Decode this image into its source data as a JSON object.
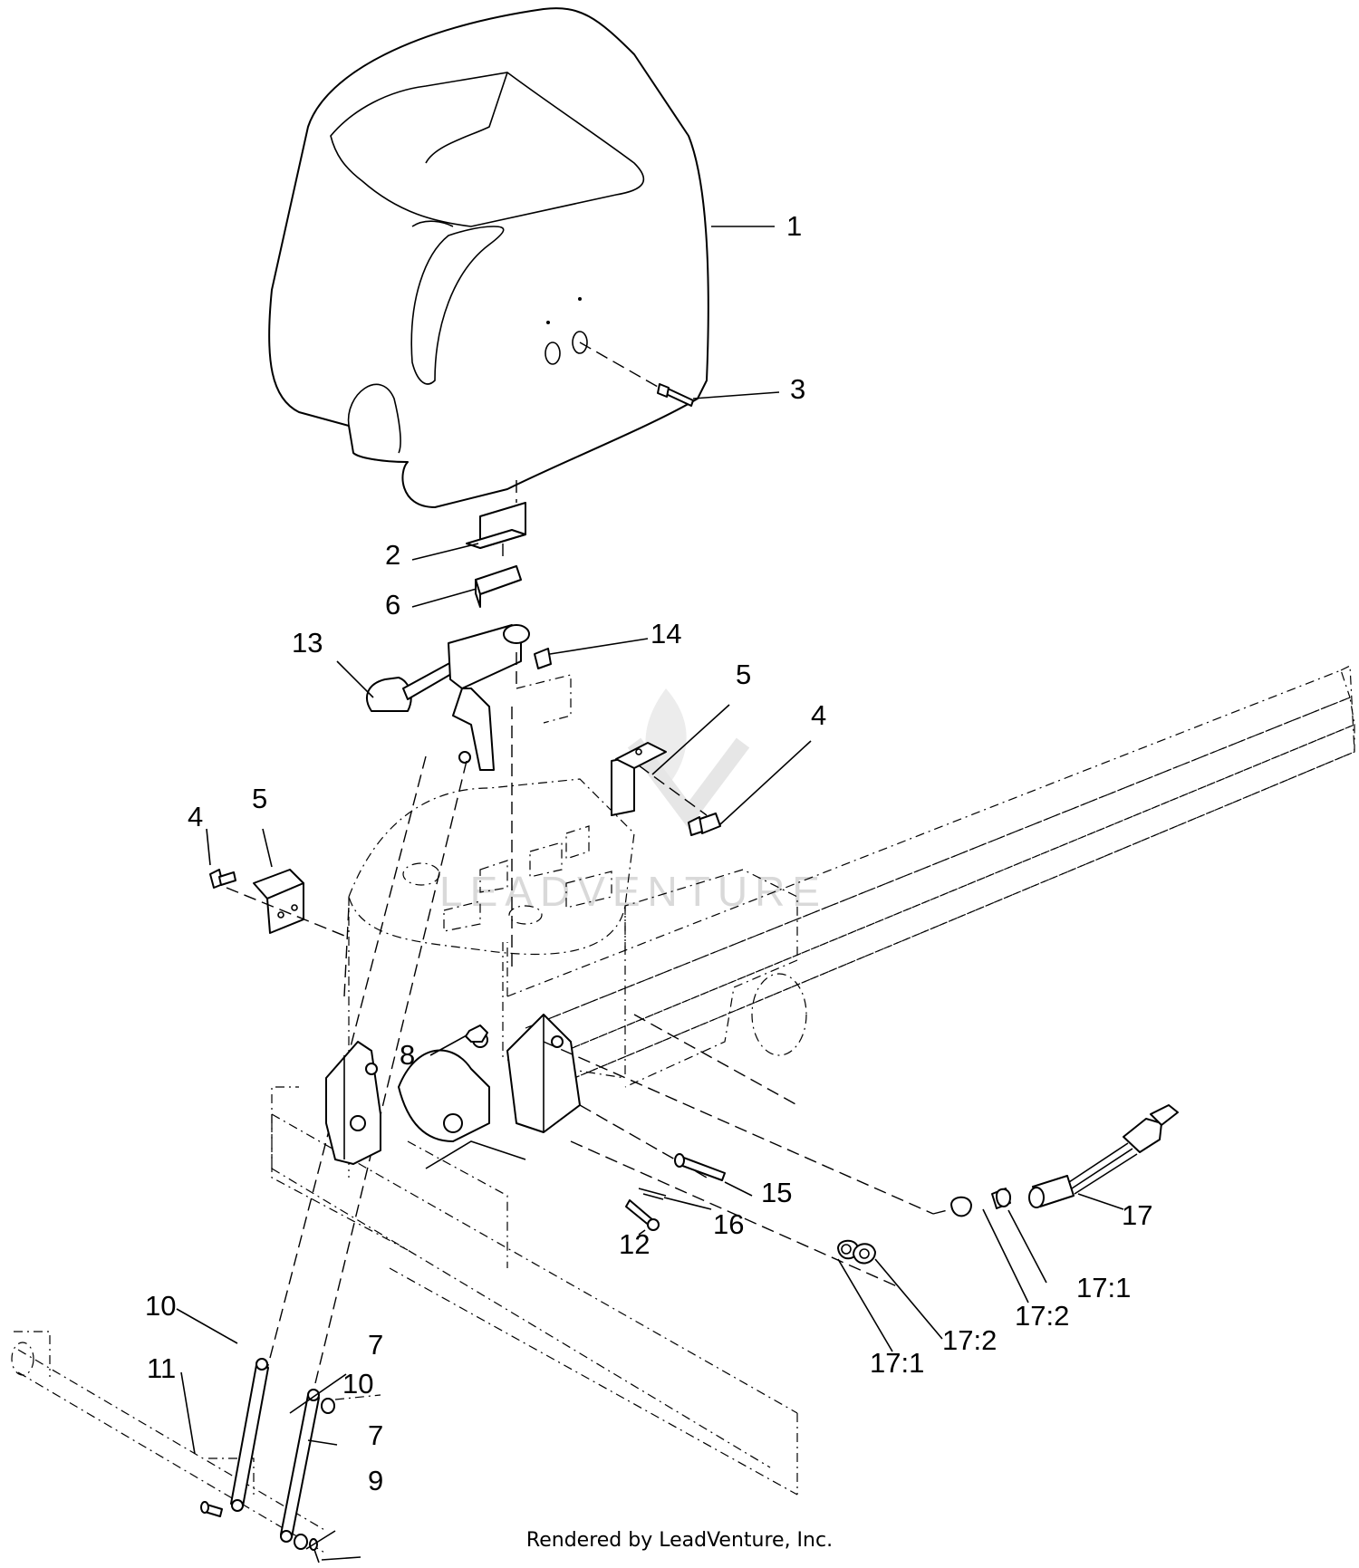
{
  "watermark": "LEADVENTURE",
  "footer": "Rendered by LeadVenture, Inc.",
  "callouts": [
    {
      "id": "c1",
      "label": "1"
    },
    {
      "id": "c2",
      "label": "2"
    },
    {
      "id": "c3",
      "label": "3"
    },
    {
      "id": "c4a",
      "label": "4"
    },
    {
      "id": "c4b",
      "label": "4"
    },
    {
      "id": "c5a",
      "label": "5"
    },
    {
      "id": "c5b",
      "label": "5"
    },
    {
      "id": "c6",
      "label": "6"
    },
    {
      "id": "c7a",
      "label": "7"
    },
    {
      "id": "c7b",
      "label": "7"
    },
    {
      "id": "c8",
      "label": "8"
    },
    {
      "id": "c9",
      "label": "9"
    },
    {
      "id": "c10a",
      "label": "10"
    },
    {
      "id": "c10b",
      "label": "10"
    },
    {
      "id": "c11",
      "label": "11"
    },
    {
      "id": "c12",
      "label": "12"
    },
    {
      "id": "c13",
      "label": "13"
    },
    {
      "id": "c14",
      "label": "14"
    },
    {
      "id": "c15",
      "label": "15"
    },
    {
      "id": "c16",
      "label": "16"
    },
    {
      "id": "c17",
      "label": "17"
    },
    {
      "id": "c17-1a",
      "label": "17:1"
    },
    {
      "id": "c17-1b",
      "label": "17:1"
    },
    {
      "id": "c17-2a",
      "label": "17:2"
    },
    {
      "id": "c17-2b",
      "label": "17:2"
    }
  ]
}
